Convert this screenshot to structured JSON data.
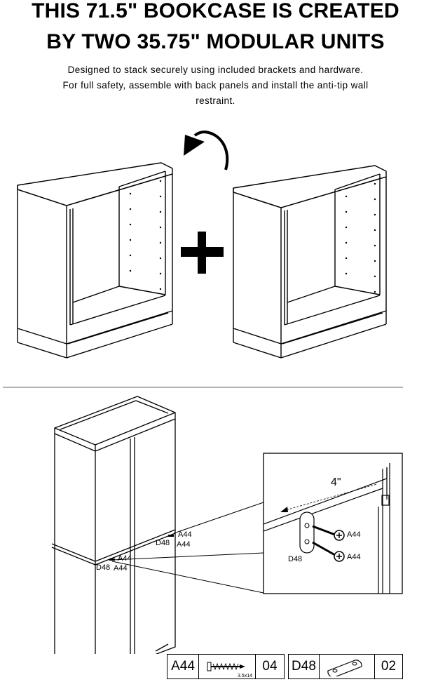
{
  "header": {
    "title_line1": "THIS 71.5\" BOOKCASE IS CREATED",
    "title_line2": "BY TWO 35.75\" MODULAR UNITS",
    "subtitle_line1": "Designed to stack securely using included brackets and hardware.",
    "subtitle_line2": "For full safety, assemble with back panels and install the anti-tip wall",
    "subtitle_line3": "restraint."
  },
  "assembly": {
    "upper_labels": {
      "screw": "A44",
      "bracket": "D48",
      "screw2": "A44"
    },
    "lower_labels": {
      "screw": "A44",
      "bracket": "D48",
      "screw2": "A44"
    },
    "detail": {
      "spacing": "4\"",
      "bracket": "D48",
      "screw_top": "A44",
      "screw_bottom": "A44"
    }
  },
  "legend": [
    {
      "code": "A44",
      "size": "3.5x14",
      "qty": "04",
      "icon": "screw-icon"
    },
    {
      "code": "D48",
      "qty": "02",
      "icon": "bracket-icon"
    }
  ]
}
